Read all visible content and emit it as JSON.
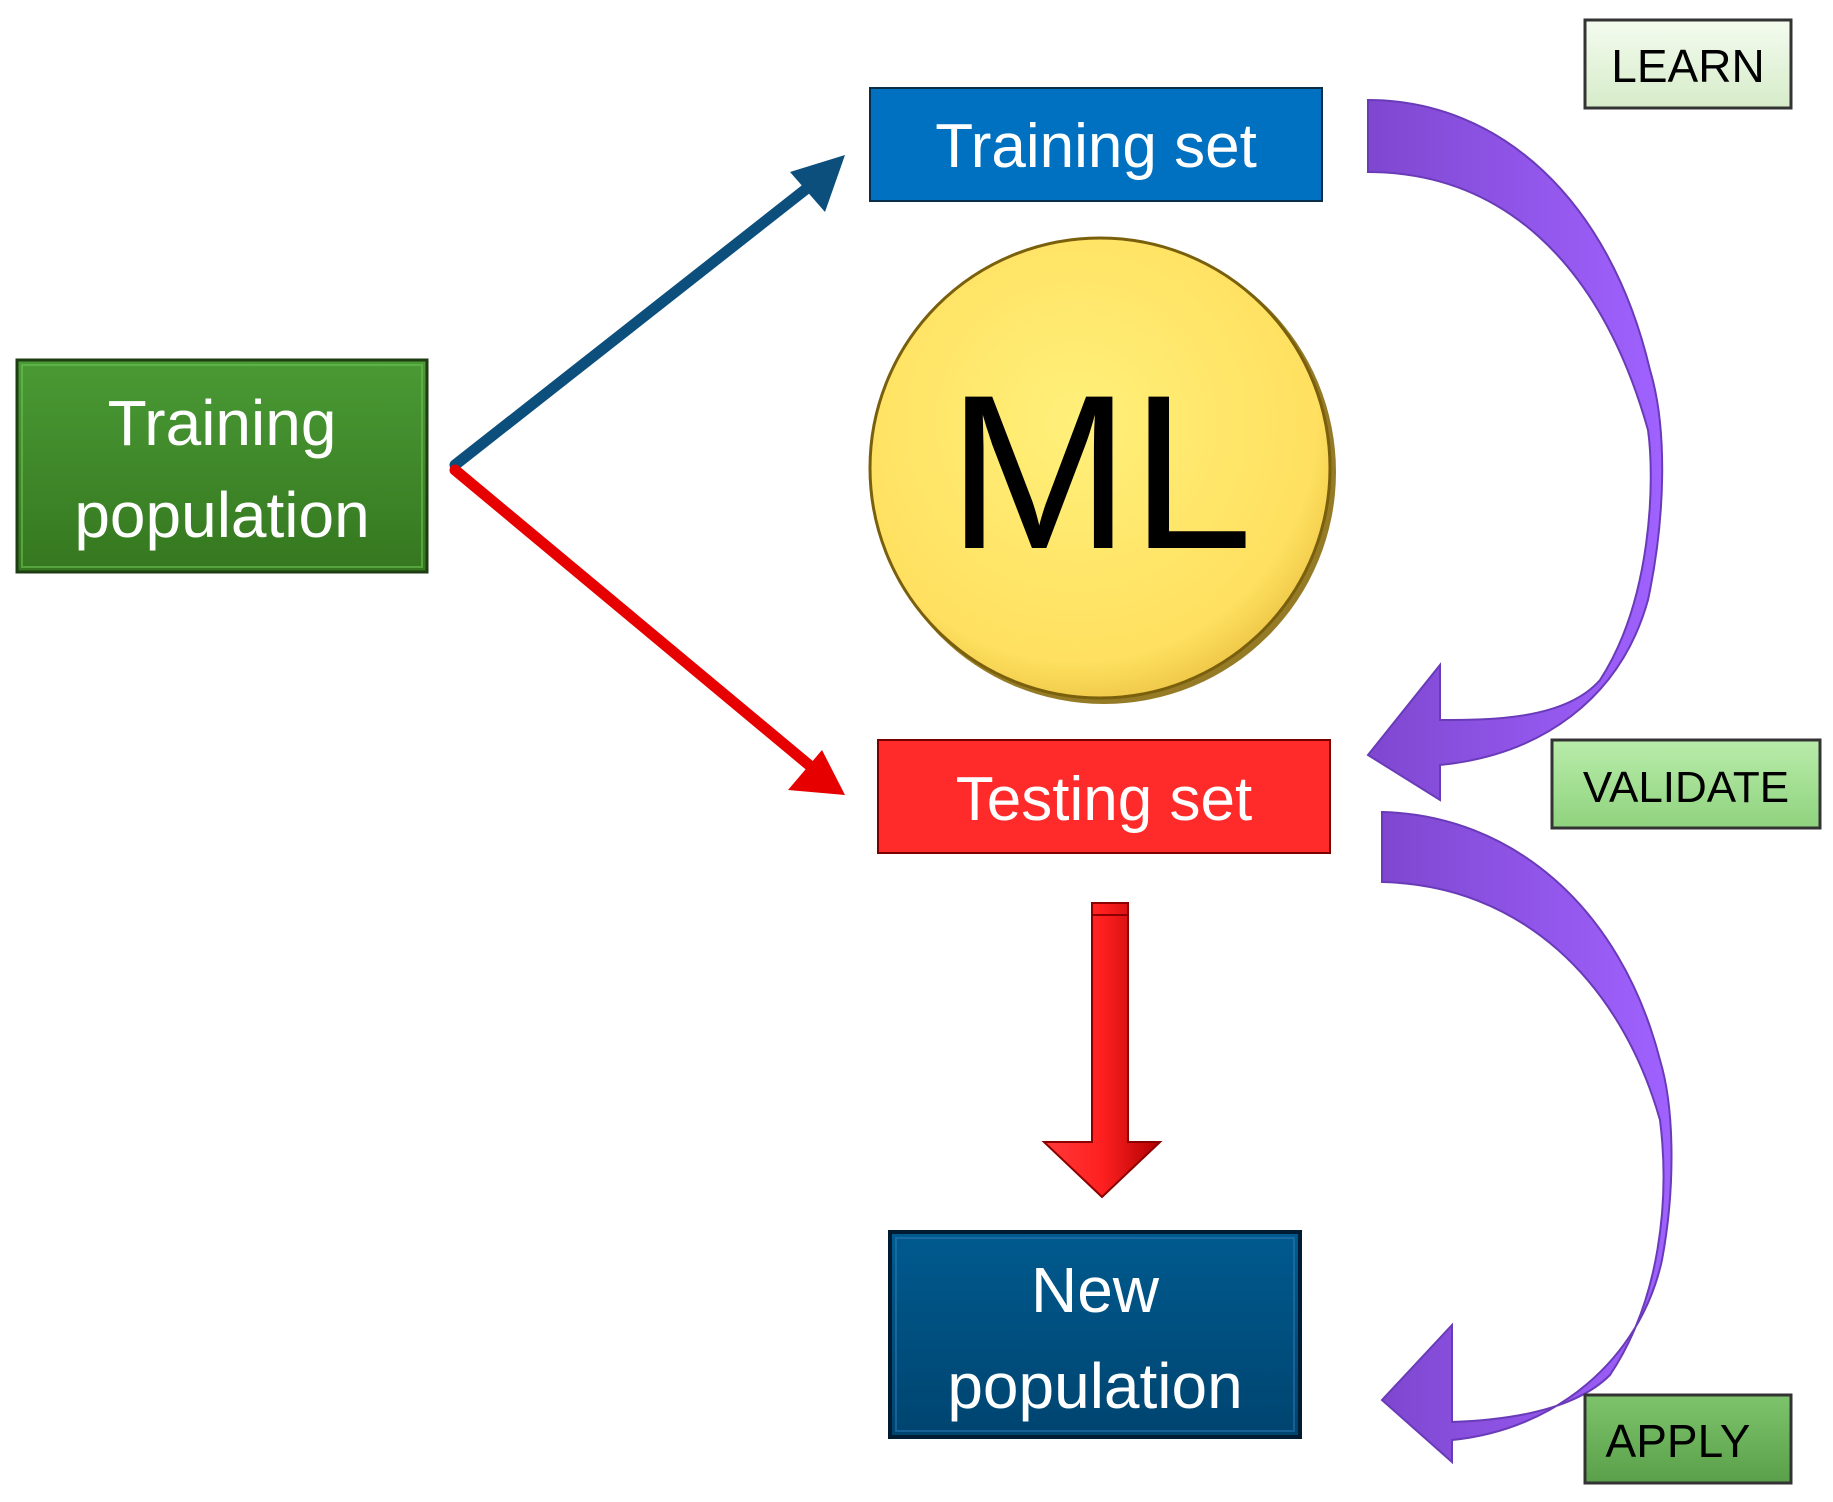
{
  "nodes": {
    "training_population": {
      "line1": "Training",
      "line2": "population",
      "color": "#3f8a2b"
    },
    "training_set": {
      "label": "Training set",
      "color": "#0070c0"
    },
    "ml_circle": {
      "label": "ML",
      "color": "#ffe467"
    },
    "testing_set": {
      "label": "Testing set",
      "color": "#ff2a2a"
    },
    "new_population": {
      "line1": "New",
      "line2": "population",
      "color": "#004f7f"
    }
  },
  "steps": {
    "learn": "LEARN",
    "validate": "VALIDATE",
    "apply": "APPLY"
  },
  "colors": {
    "blue_arrow": "#0d4f7c",
    "red_arrow": "#e60000",
    "purple_arrow": "#9a59f0",
    "step_box_learn": "#e8f5e0",
    "step_box_validate": "#a7e39a",
    "step_box_apply": "#6fb35f"
  },
  "icons": {
    "branch_arrow_up": "blue-arrow-icon",
    "branch_arrow_down": "red-arrow-icon",
    "down_arrow": "red-block-arrow-icon",
    "curved_arrow": "purple-curved-arrow-icon"
  }
}
